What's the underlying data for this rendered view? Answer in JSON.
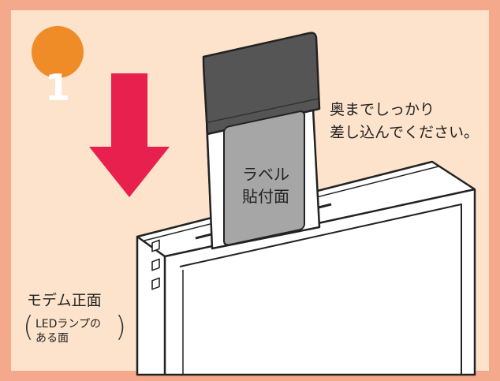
{
  "step": {
    "number": "1"
  },
  "instruction": {
    "line1": "奥までしっかり",
    "line2": "差し込んでください。"
  },
  "card_label": {
    "line1": "ラベル",
    "line2": "貼付面"
  },
  "modem_label": {
    "title": "モデム正面",
    "led_line1": "LEDランプの",
    "led_line2": "ある面"
  },
  "colors": {
    "frame": "#f5a98c",
    "panel": "#fde3cc",
    "step_badge": "#f08c28",
    "arrow": "#e8204e",
    "card_dark": "#555555",
    "label_gray": "#a6a6a6"
  }
}
